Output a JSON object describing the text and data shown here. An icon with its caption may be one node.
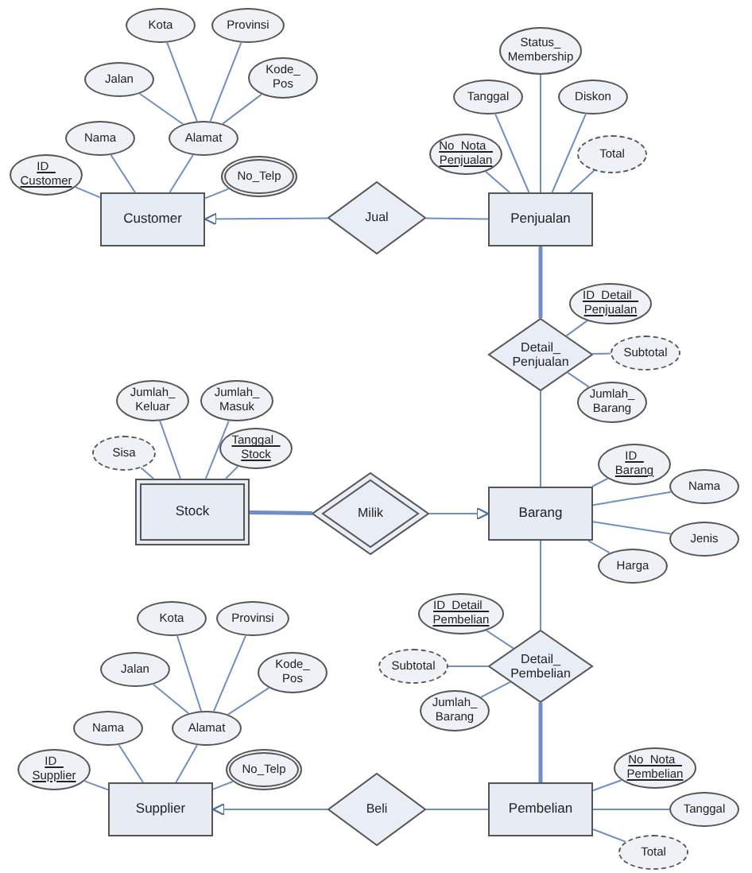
{
  "diagram": {
    "nodes": [
      {
        "text": [
          "Kota"
        ]
      },
      {
        "text": [
          "Provinsi"
        ]
      },
      {
        "text": [
          "Status_ Membership"
        ]
      },
      {
        "text": [
          "Jalan"
        ]
      },
      {
        "text": [
          "Kode_ Pos"
        ]
      },
      {
        "text": [
          "Tanggal"
        ]
      },
      {
        "text": [
          "Diskon"
        ]
      },
      {
        "text": [
          "Alamat"
        ]
      },
      {
        "text": [
          "Nama"
        ]
      },
      {
        "text": [
          "No_Nota_ Penjualan"
        ]
      },
      {
        "text": [
          "Total"
        ]
      },
      {
        "text": [
          "ID_ Customer"
        ]
      },
      {
        "text": [
          "No_Telp"
        ]
      },
      {
        "text": [
          "Customer"
        ]
      },
      {
        "text": [
          "Jual"
        ]
      },
      {
        "text": [
          "Penjualan"
        ]
      },
      {
        "text": [
          "ID_Detail_ Penjualan"
        ]
      },
      {
        "text": [
          "Detail_ Penjualan"
        ]
      },
      {
        "text": [
          "Subtotal"
        ]
      },
      {
        "text": [
          "Jumlah_ Barang"
        ]
      },
      {
        "text": [
          "Jumlah_ Keluar"
        ]
      },
      {
        "text": [
          "Jumlah_ Masuk"
        ]
      },
      {
        "text": [
          "Sisa"
        ]
      },
      {
        "text": [
          "Tanggal_ Stock"
        ]
      },
      {
        "text": [
          "ID_ Barang"
        ]
      },
      {
        "text": [
          "Stock"
        ]
      },
      {
        "text": [
          "Milik"
        ]
      },
      {
        "text": [
          "Barang"
        ]
      },
      {
        "text": [
          "Nama"
        ]
      },
      {
        "text": [
          "Jenis"
        ]
      },
      {
        "text": [
          "Harga"
        ]
      },
      {
        "text": [
          "ID_Detail_ Pembelian"
        ]
      },
      {
        "text": [
          "Subtotal"
        ]
      },
      {
        "text": [
          "Detail_ Pembelian"
        ]
      },
      {
        "text": [
          "Jumlah_ Barang"
        ]
      },
      {
        "text": [
          "Kota"
        ]
      },
      {
        "text": [
          "Provinsi"
        ]
      },
      {
        "text": [
          "Jalan"
        ]
      },
      {
        "text": [
          "Kode_ Pos"
        ]
      },
      {
        "text": [
          "Alamat"
        ]
      },
      {
        "text": [
          "Nama"
        ]
      },
      {
        "text": [
          "ID_ Supplier"
        ]
      },
      {
        "text": [
          "No_Telp"
        ]
      },
      {
        "text": [
          "No_Nota_ Pembelian"
        ]
      },
      {
        "text": [
          "Supplier"
        ]
      },
      {
        "text": [
          "Beli"
        ]
      },
      {
        "text": [
          "Pembelian"
        ]
      },
      {
        "text": [
          "Tanggal"
        ]
      },
      {
        "text": [
          "Total"
        ]
      }
    ],
    "edges": [
      {
        "from": 0,
        "to": 7,
        "arrow": "none"
      },
      {
        "from": 1,
        "to": 7,
        "arrow": "none"
      },
      {
        "from": 3,
        "to": 7,
        "arrow": "none"
      },
      {
        "from": 4,
        "to": 7,
        "arrow": "none"
      },
      {
        "from": 7,
        "to": 13,
        "arrow": "none"
      },
      {
        "from": 8,
        "to": 13,
        "arrow": "none"
      },
      {
        "from": 11,
        "to": 13,
        "arrow": "none"
      },
      {
        "from": 12,
        "to": 13,
        "arrow": "none"
      },
      {
        "from": 2,
        "to": 15,
        "arrow": "none"
      },
      {
        "from": 5,
        "to": 15,
        "arrow": "none"
      },
      {
        "from": 6,
        "to": 15,
        "arrow": "none"
      },
      {
        "from": 9,
        "to": 15,
        "arrow": "none"
      },
      {
        "from": 10,
        "to": 15,
        "arrow": "none"
      },
      {
        "from": 14,
        "to": 13,
        "arrow": "to"
      },
      {
        "from": 14,
        "to": 15,
        "arrow": "none"
      },
      {
        "from": 15,
        "to": 17,
        "arrow": "none",
        "style": "thick"
      },
      {
        "from": 16,
        "to": 17,
        "arrow": "none"
      },
      {
        "from": 18,
        "to": 17,
        "arrow": "none"
      },
      {
        "from": 19,
        "to": 17,
        "arrow": "none"
      },
      {
        "from": 17,
        "to": 27,
        "arrow": "none"
      },
      {
        "from": 20,
        "to": 25,
        "arrow": "none"
      },
      {
        "from": 21,
        "to": 25,
        "arrow": "none"
      },
      {
        "from": 22,
        "to": 25,
        "arrow": "none"
      },
      {
        "from": 23,
        "to": 25,
        "arrow": "none"
      },
      {
        "from": 25,
        "to": 26,
        "arrow": "none",
        "style": "thick"
      },
      {
        "from": 26,
        "to": 27,
        "arrow": "to"
      },
      {
        "from": 24,
        "to": 27,
        "arrow": "none"
      },
      {
        "from": 28,
        "to": 27,
        "arrow": "none"
      },
      {
        "from": 29,
        "to": 27,
        "arrow": "none"
      },
      {
        "from": 30,
        "to": 27,
        "arrow": "none"
      },
      {
        "from": 27,
        "to": 33,
        "arrow": "none"
      },
      {
        "from": 31,
        "to": 33,
        "arrow": "none"
      },
      {
        "from": 32,
        "to": 33,
        "arrow": "none"
      },
      {
        "from": 34,
        "to": 33,
        "arrow": "none"
      },
      {
        "from": 33,
        "to": 46,
        "arrow": "none",
        "style": "thick"
      },
      {
        "from": 35,
        "to": 39,
        "arrow": "none"
      },
      {
        "from": 36,
        "to": 39,
        "arrow": "none"
      },
      {
        "from": 37,
        "to": 39,
        "arrow": "none"
      },
      {
        "from": 38,
        "to": 39,
        "arrow": "none"
      },
      {
        "from": 39,
        "to": 44,
        "arrow": "none"
      },
      {
        "from": 40,
        "to": 44,
        "arrow": "none"
      },
      {
        "from": 41,
        "to": 44,
        "arrow": "none"
      },
      {
        "from": 42,
        "to": 44,
        "arrow": "none"
      },
      {
        "from": 45,
        "to": 44,
        "arrow": "to"
      },
      {
        "from": 45,
        "to": 46,
        "arrow": "none"
      },
      {
        "from": 43,
        "to": 46,
        "arrow": "none"
      },
      {
        "from": 47,
        "to": 46,
        "arrow": "none"
      },
      {
        "from": 48,
        "to": 46,
        "arrow": "none"
      }
    ]
  }
}
